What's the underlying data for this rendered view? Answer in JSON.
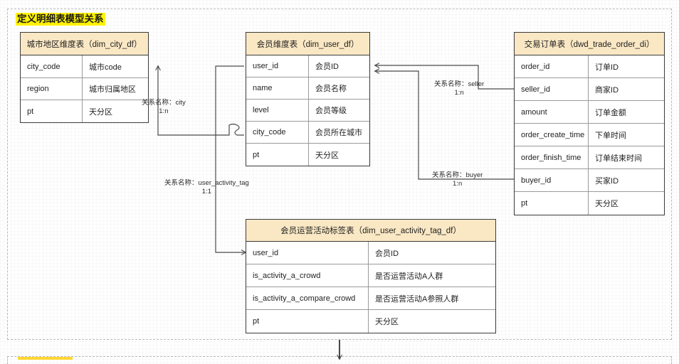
{
  "section": {
    "title": "定义明细表模型关系",
    "next_section_title_stub": ""
  },
  "tables": [
    {
      "id": "dim_city_df",
      "title": "城市地区维度表（dim_city_df）",
      "rows": [
        {
          "field": "city_code",
          "desc": "城市code"
        },
        {
          "field": "region",
          "desc": "城市归属地区"
        },
        {
          "field": "pt",
          "desc": "天分区"
        }
      ]
    },
    {
      "id": "dim_user_df",
      "title": "会员维度表（dim_user_df）",
      "rows": [
        {
          "field": "user_id",
          "desc": "会员ID"
        },
        {
          "field": "name",
          "desc": "会员名称"
        },
        {
          "field": "level",
          "desc": "会员等级"
        },
        {
          "field": "city_code",
          "desc": "会员所在城市"
        },
        {
          "field": "pt",
          "desc": "天分区"
        }
      ]
    },
    {
      "id": "dwd_trade_order_di",
      "title": "交易订单表（dwd_trade_order_di）",
      "rows": [
        {
          "field": "order_id",
          "desc": "订单ID"
        },
        {
          "field": "seller_id",
          "desc": "商家ID"
        },
        {
          "field": "amount",
          "desc": "订单金额"
        },
        {
          "field": "order_create_time",
          "desc": "下单时间"
        },
        {
          "field": "order_finish_time",
          "desc": "订单结束时间"
        },
        {
          "field": "buyer_id",
          "desc": "买家ID"
        },
        {
          "field": "pt",
          "desc": "天分区"
        }
      ]
    },
    {
      "id": "dim_user_activity_tag_df",
      "title": "会员运营活动标签表（dim_user_activity_tag_df）",
      "rows": [
        {
          "field": "user_id",
          "desc": "会员ID"
        },
        {
          "field": "is_activity_a_crowd",
          "desc": "是否运营活动A人群"
        },
        {
          "field": "is_activity_a_compare_crowd",
          "desc": "是否运营活动A参照人群"
        },
        {
          "field": "pt",
          "desc": "天分区"
        }
      ]
    }
  ],
  "relationships": [
    {
      "id": "city",
      "name": "关系名称：city",
      "cardinality": "1:n"
    },
    {
      "id": "user_activity_tag",
      "name": "关系名称：user_activity_tag",
      "cardinality": "1:1"
    },
    {
      "id": "seller",
      "name": "关系名称：seller",
      "cardinality": "1:n"
    },
    {
      "id": "buyer",
      "name": "关系名称：buyer",
      "cardinality": "1:n"
    }
  ],
  "colors": {
    "table_header_bg": "#fae8c4",
    "table_border": "#3a3a3a",
    "row_border": "#9a9a9a",
    "edge_line": "#4a4a4a",
    "highlight": "#fff200",
    "section_border": "#b9b9b9",
    "canvas_bg": "#ffffff"
  }
}
